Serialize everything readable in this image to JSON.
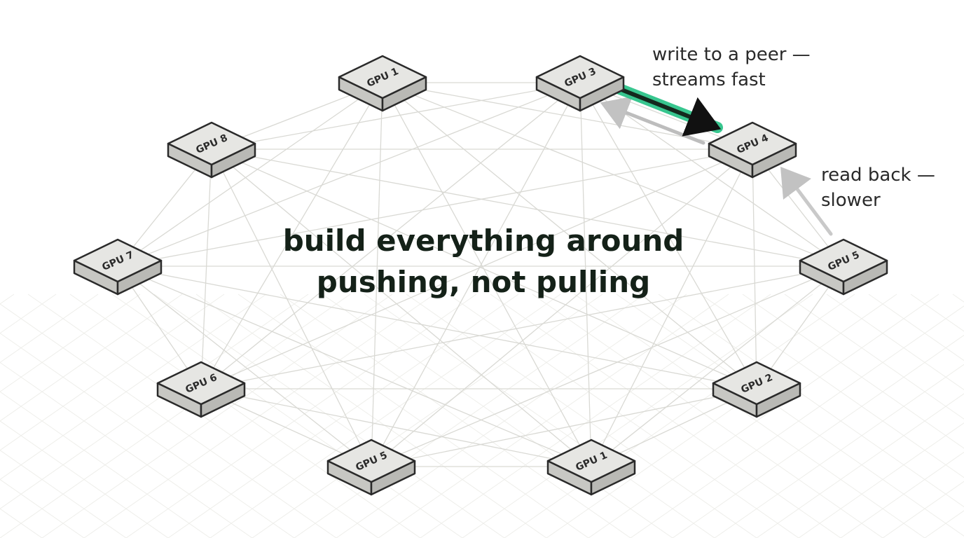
{
  "nodes": [
    {
      "id": "n1",
      "label": "GPU 1"
    },
    {
      "id": "n3",
      "label": "GPU 3"
    },
    {
      "id": "n4",
      "label": "GPU 4"
    },
    {
      "id": "n5r",
      "label": "GPU 5"
    },
    {
      "id": "n2",
      "label": "GPU 2"
    },
    {
      "id": "n1b",
      "label": "GPU 1"
    },
    {
      "id": "n5b",
      "label": "GPU 5"
    },
    {
      "id": "n6",
      "label": "GPU 6"
    },
    {
      "id": "n7",
      "label": "GPU 7"
    },
    {
      "id": "n8",
      "label": "GPU 8"
    }
  ],
  "headline": {
    "line1": "build everything around",
    "line2": "pushing, not pulling"
  },
  "annotations": {
    "write": {
      "line1": "write to a peer —",
      "line2": "streams fast",
      "color": "#2ec48a"
    },
    "read": {
      "line1": "read back —",
      "line2": "slower",
      "color": "#bdbdbd"
    }
  },
  "colors": {
    "box_top": "#e6e6e3",
    "box_side": "#c7c7c3",
    "box_stroke": "#2a2a2a",
    "mesh": "#d9d9d4",
    "grid": "#eeeeea"
  }
}
